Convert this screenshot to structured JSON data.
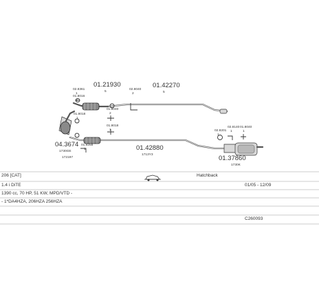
{
  "parts": {
    "main_pipe_upper": {
      "number": "01.21930",
      "qty": "5"
    },
    "rear_pipe_upper": {
      "number": "01.42270",
      "qty": "5"
    },
    "front_small_a": {
      "number": "02.8361",
      "qty": "1"
    },
    "front_small_b": {
      "number": "01.8016",
      "qty": "2"
    },
    "clamp_a": {
      "number": "02.8040",
      "qty": "2"
    },
    "bolt_a": {
      "number": "01.8040",
      "qty": "2"
    },
    "bolt_b": {
      "number": "01.8018",
      "qty": "1"
    },
    "bolt_c": {
      "number": "01.8018",
      "qty": "1"
    },
    "catalyst": {
      "number": "04.3674",
      "sub": "1730GE",
      "qty": "1"
    },
    "cat_small": {
      "number": "01.8258",
      "qty": "1"
    },
    "cat_code": {
      "number": "",
      "sub": "172197"
    },
    "middle_pipe": {
      "number": "01.42880",
      "sub": "1713Y3"
    },
    "rear_small_a": {
      "number": "02.8201",
      "qty": "1"
    },
    "rear_small_b": {
      "number": "02.8140",
      "qty": "1"
    },
    "rear_small_c": {
      "number": "01.8040",
      "qty": "1"
    },
    "rear_silencer": {
      "number": "01.37860",
      "sub": "1730K"
    }
  },
  "info": {
    "model": "206 [CAT]",
    "body": "Hatchback",
    "engine": "1.4 i DiTE",
    "years": "01/05 - 12/09",
    "specs": "1390 cc, 70 HP, 51 KW, MPD/VTD -",
    "codes": "- 1*DA4HZA, 206HZA 256HZA",
    "catalog": "C260093"
  }
}
